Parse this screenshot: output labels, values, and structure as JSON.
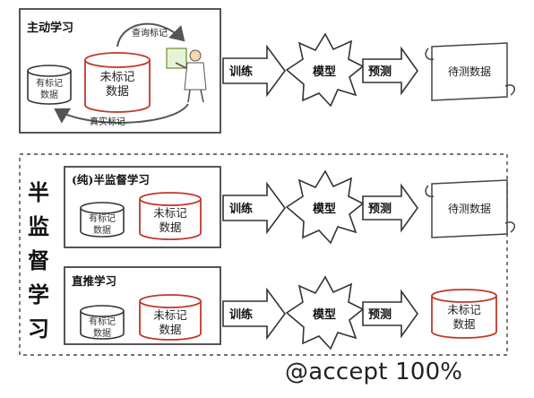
{
  "panels": {
    "active": {
      "title": "主动学习",
      "labeled": [
        "有标记",
        "数据"
      ],
      "unlabeled": [
        "未标记",
        "数据"
      ],
      "query": "查询标记",
      "true_label": "真实标记"
    },
    "semi_group_title": [
      "半",
      "监",
      "督",
      "学",
      "习"
    ],
    "pure_semi": {
      "title": "(纯)半监督学习",
      "labeled": [
        "有标记",
        "数据"
      ],
      "unlabeled": [
        "未标记",
        "数据"
      ]
    },
    "transductive": {
      "title": "直推学习",
      "labeled": [
        "有标记",
        "数据"
      ],
      "unlabeled": [
        "未标记",
        "数据"
      ]
    }
  },
  "rows": [
    {
      "train": "训练",
      "model": "模型",
      "predict": "预测",
      "output": "待测数据",
      "output_kind": "scroll"
    },
    {
      "train": "训练",
      "model": "模型",
      "predict": "预测",
      "output": "待测数据",
      "output_kind": "scroll"
    },
    {
      "train": "训练",
      "model": "模型",
      "predict": "预测",
      "output": [
        "未标记",
        "数据"
      ],
      "output_kind": "cylinder"
    }
  ],
  "colors": {
    "red": "#c0392b",
    "dark": "#333333",
    "arrow": "#555555"
  },
  "watermark": "@accept 100%"
}
